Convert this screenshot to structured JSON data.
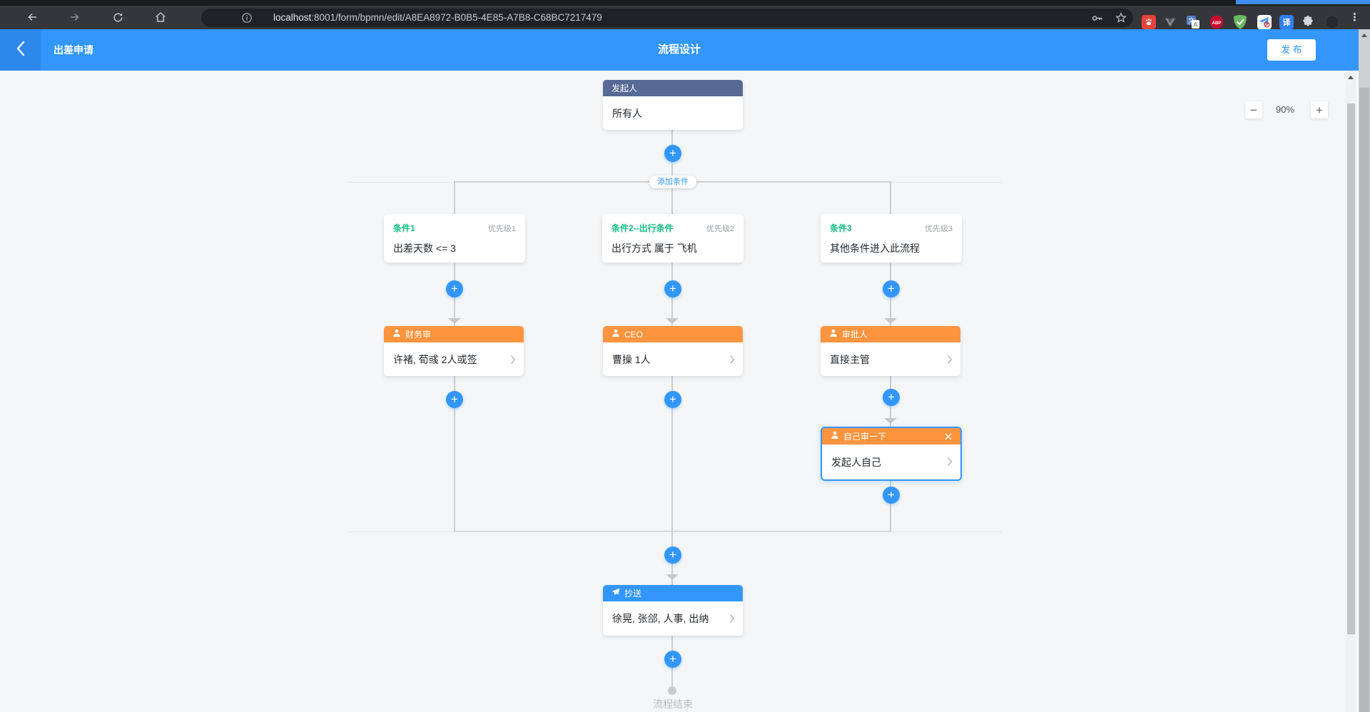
{
  "browser": {
    "url": {
      "host": "localhost",
      "path": ":8001/form/bpmn/edit/A8EA8972-B0B5-4E85-A7B8-C68BC7217479"
    },
    "abp_label": "ABP",
    "translate_ext_label": "译",
    "menu_glyph": "⋮"
  },
  "header": {
    "title": "出差申请",
    "center_title": "流程设计",
    "publish_label": "发 布"
  },
  "zoom_controls": {
    "minus_label": "−",
    "value": "90%",
    "plus_label": "+"
  },
  "flow": {
    "plus_label": "+",
    "add_condition_label": "添加条件",
    "start": {
      "title": "发起人",
      "content": "所有人"
    },
    "branches": [
      {
        "condition": {
          "title": "条件1",
          "priority": "优先级1",
          "content": "出差天数 <= 3"
        },
        "approver": {
          "title": "财务审",
          "content": "许褚, 荀彧 2人或签"
        }
      },
      {
        "condition": {
          "title": "条件2--出行条件",
          "priority": "优先级2",
          "content": "出行方式 属于 飞机"
        },
        "approver": {
          "title": "CEO",
          "content": "曹操 1人"
        }
      },
      {
        "condition": {
          "title": "条件3",
          "priority": "优先级3",
          "content": "其他条件进入此流程"
        },
        "approver": {
          "title": "审批人",
          "content": "直接主管"
        },
        "self_node": {
          "title": "自己审一下",
          "content": "发起人自己"
        }
      }
    ],
    "cc": {
      "title": "抄送",
      "content": "徐晃, 张郃, 人事, 出纳"
    },
    "end_label": "流程结束"
  },
  "colors": {
    "accent": "#3296fa",
    "approver_header": "#ff943e",
    "cc_header": "#3296fa",
    "start_header": "#576a95",
    "condition_green": "#15bc83"
  }
}
